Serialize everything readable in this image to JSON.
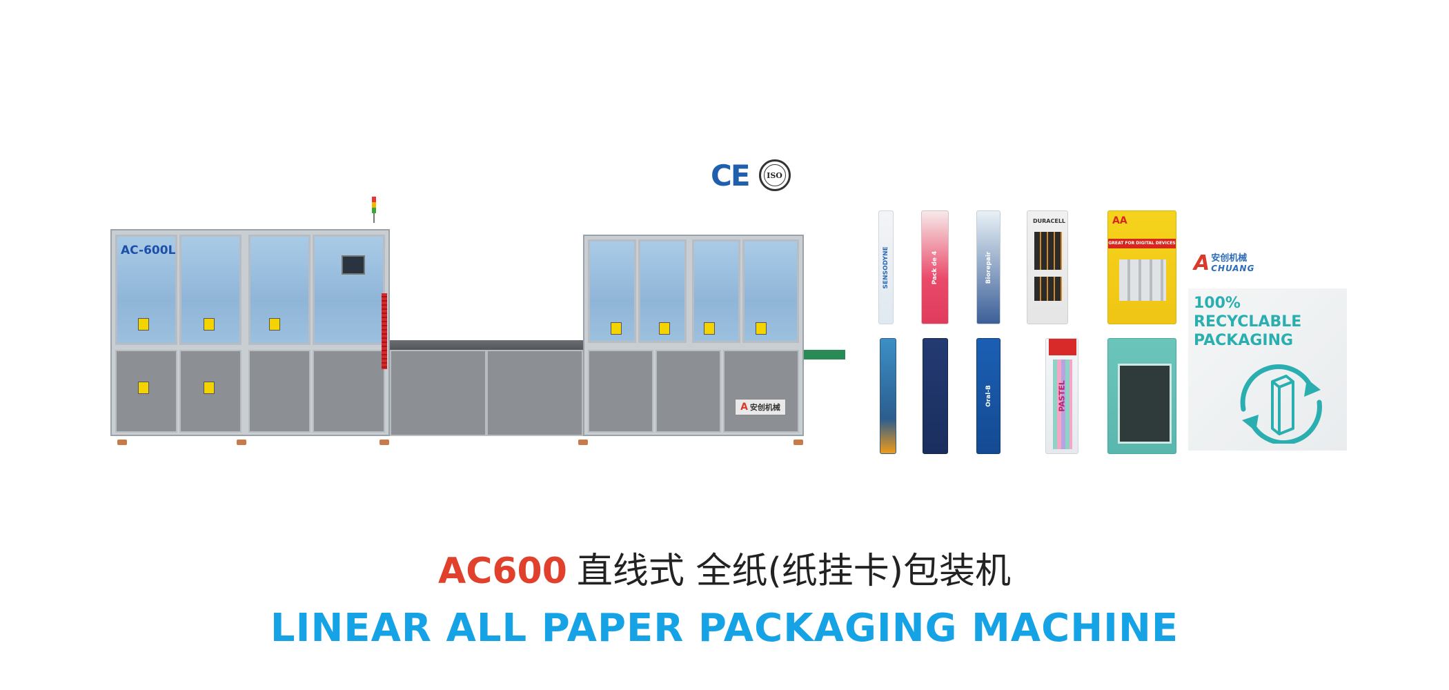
{
  "certifications": {
    "ce_mark": "CE",
    "iso_mark": "ISO"
  },
  "machine": {
    "model_label": "AC-600L",
    "plate_mark": "A",
    "plate_text": "安创机械"
  },
  "brand": {
    "mark": "A",
    "name_cn": "安创机械",
    "name_en": "CHUANG"
  },
  "recyclable": {
    "line1": "100%",
    "line2": "RECYCLABLE",
    "line3": "PACKAGING"
  },
  "products": [
    {
      "name": "SENSODYNE"
    },
    {
      "name": "Pack de 4"
    },
    {
      "name": "Biorepair"
    },
    {
      "name": "DURACELL"
    },
    {
      "name": "AA"
    },
    {
      "name": "GREAT FOR DIGITAL DEVICES"
    },
    {
      "name": "Oral-B"
    },
    {
      "name": "PASTEL"
    }
  ],
  "title": {
    "model": "AC600",
    "cn": "直线式 全纸(纸挂卡)包装机",
    "en": "LINEAR ALL PAPER PACKAGING MACHINE"
  },
  "colors": {
    "accent_red": "#e0402c",
    "accent_blue": "#16a3e6",
    "teal": "#2aaeb0"
  }
}
